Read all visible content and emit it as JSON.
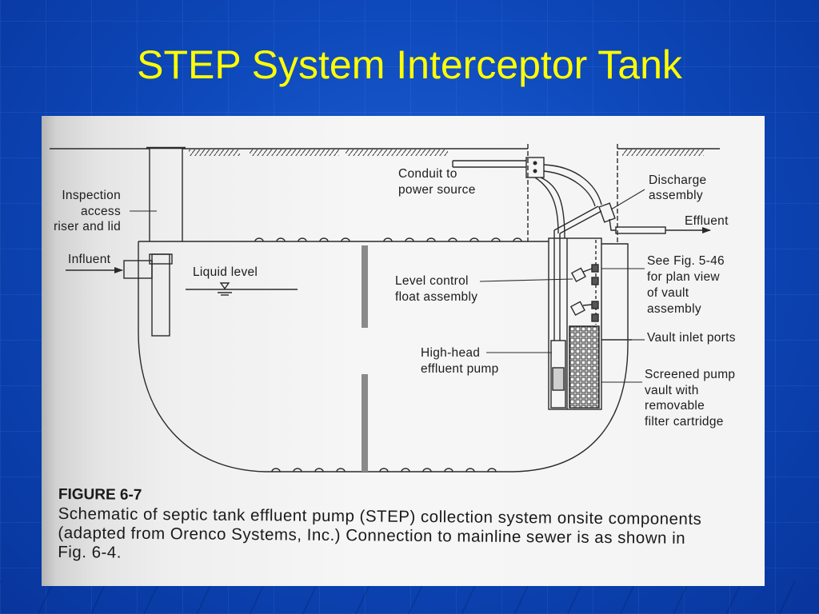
{
  "theme": {
    "title_color": "#ffff00",
    "slide_background": "#0d47b8"
  },
  "slide": {
    "title": "STEP System Interceptor Tank"
  },
  "figure": {
    "labels": {
      "inspection_riser": [
        "Inspection",
        "access",
        "riser and lid"
      ],
      "influent": "Influent",
      "liquid_level": "Liquid level",
      "conduit": [
        "Conduit to",
        "power source"
      ],
      "level_control": [
        "Level control",
        "float assembly"
      ],
      "pump": [
        "High-head",
        "effluent pump"
      ],
      "discharge": [
        "Discharge",
        "assembly"
      ],
      "effluent": "Effluent",
      "see_fig": [
        "See Fig. 5-46",
        "for plan view",
        "of vault",
        "assembly"
      ],
      "vault_inlet": "Vault inlet ports",
      "screened_vault": [
        "Screened pump",
        "vault with",
        "removable",
        "filter cartridge"
      ]
    },
    "caption": {
      "number": "FIGURE 6-7",
      "lines": [
        "Schematic of septic tank effluent pump (STEP) collection system onsite components",
        "(adapted from Orenco Systems, Inc.) Connection to mainline sewer is as shown in",
        "Fig. 6-4."
      ]
    }
  }
}
